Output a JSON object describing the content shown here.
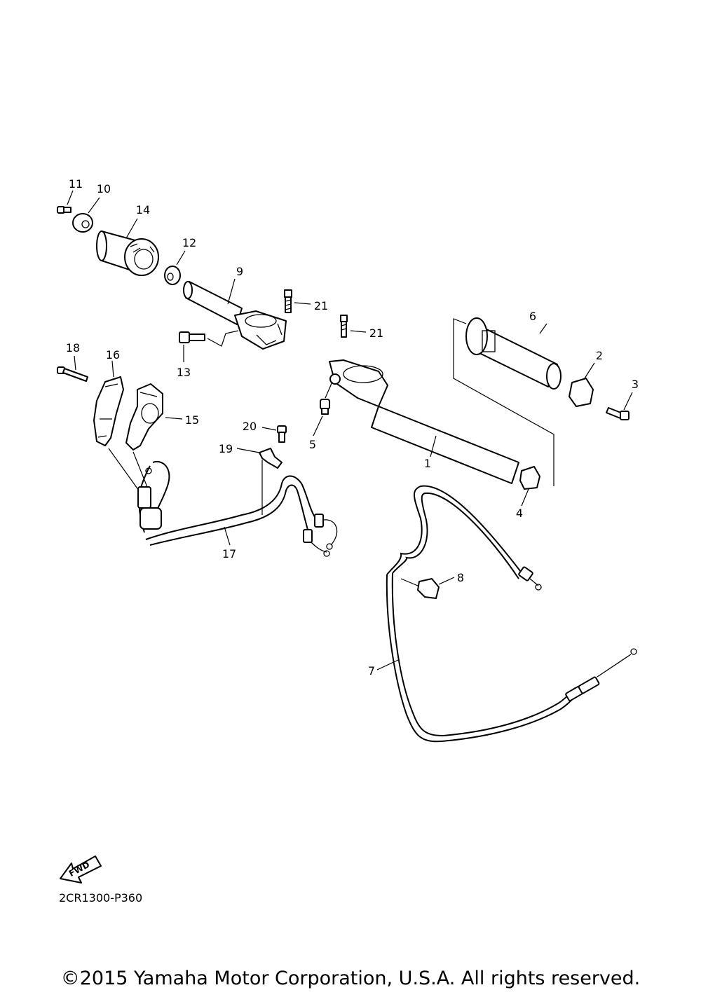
{
  "callouts": {
    "c1": "1",
    "c2": "2",
    "c3": "3",
    "c4": "4",
    "c5": "5",
    "c6": "6",
    "c7": "7",
    "c8": "8",
    "c9": "9",
    "c10": "10",
    "c11": "11",
    "c12": "12",
    "c13": "13",
    "c14": "14",
    "c15": "15",
    "c16": "16",
    "c17": "17",
    "c18": "18",
    "c19": "19",
    "c20": "20",
    "c21a": "21",
    "c21b": "21"
  },
  "fwd_label": "FWD",
  "diagram_code": "2CR1300-P360",
  "copyright": "©2015 Yamaha Motor Corporation, U.S.A. All rights reserved.",
  "icons": {
    "direction": "fwd-arrow-icon"
  }
}
